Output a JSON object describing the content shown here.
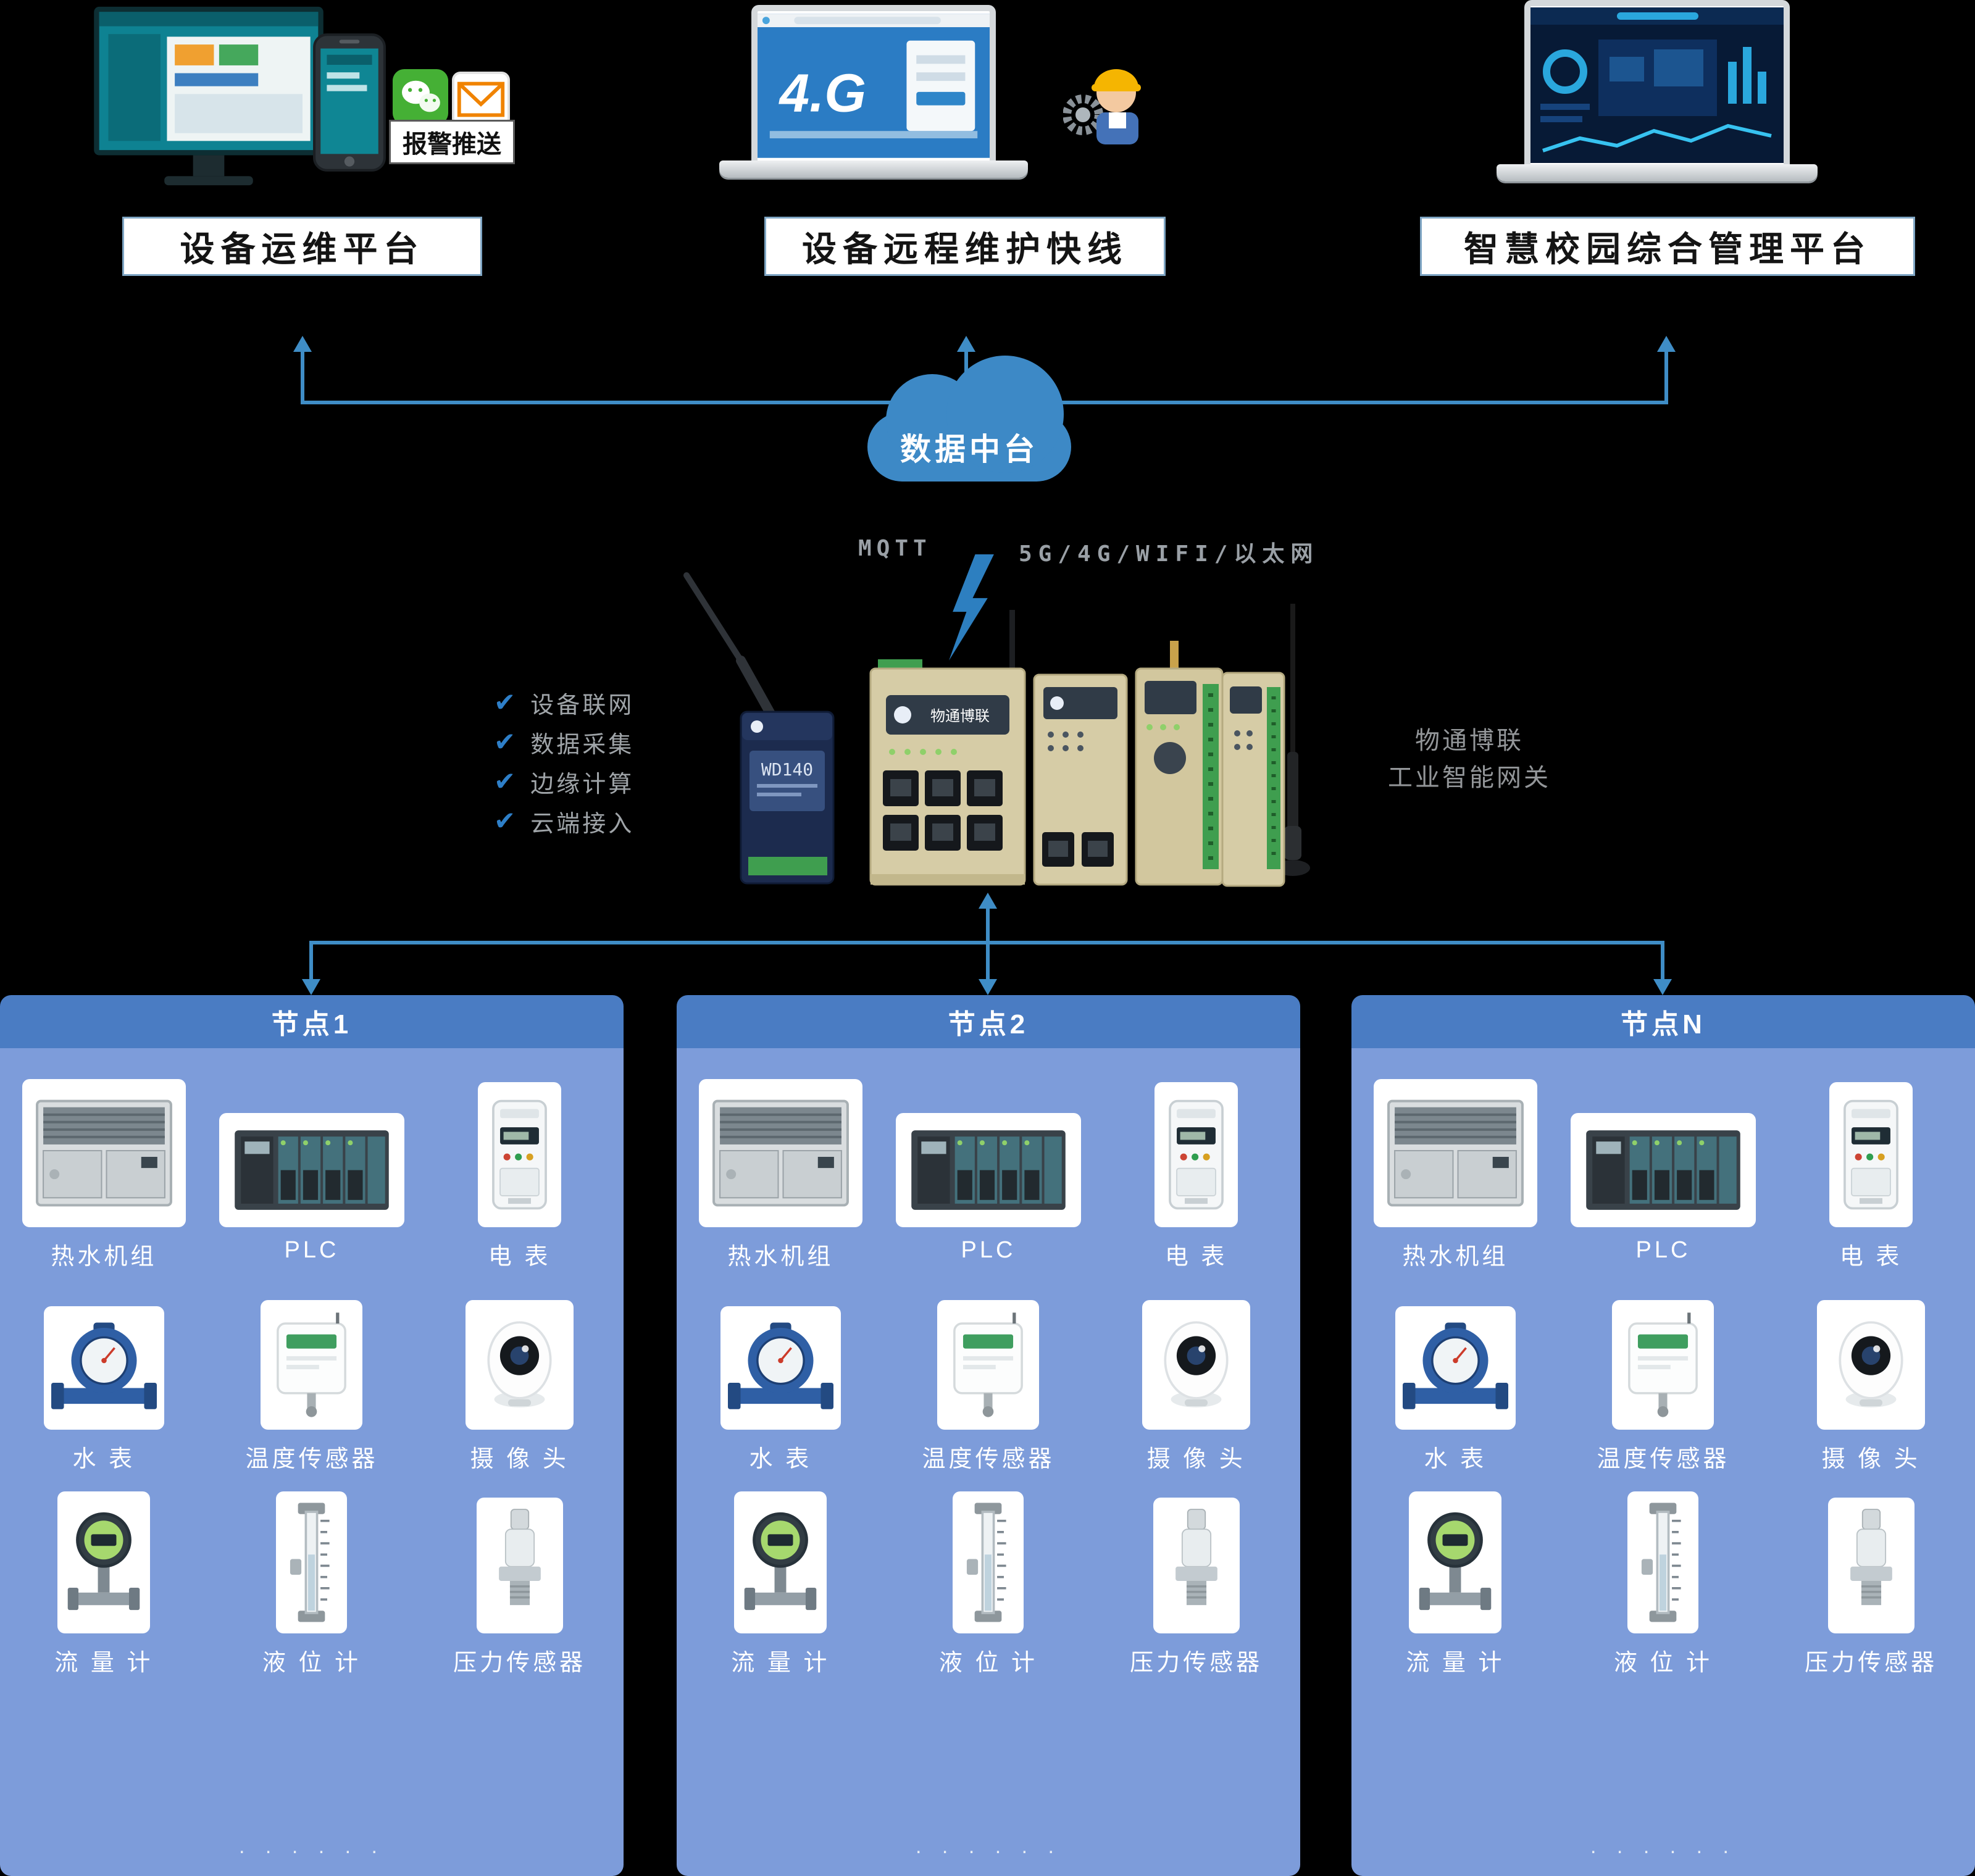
{
  "platforms": [
    {
      "label": "设备运维平台"
    },
    {
      "label": "设备远程维护快线"
    },
    {
      "label": "智慧校园综合管理平台"
    }
  ],
  "alarm_push_label": "报警推送",
  "cloud_label": "数据中台",
  "protocol_left": "MQTT",
  "protocol_right": "5G/4G/WIFI/以太网",
  "laptop_marketing_text": "4.G",
  "gateway": {
    "features": [
      "设备联网",
      "数据采集",
      "边缘计算",
      "云端接入"
    ],
    "check_glyph": "✔",
    "brand": "物通博联",
    "model": "WD140",
    "label_line1": "物通博联",
    "label_line2": "工业智能网关"
  },
  "nodes": [
    {
      "title": "节点1"
    },
    {
      "title": "节点2"
    },
    {
      "title": "节点N"
    }
  ],
  "device_labels": [
    "热水机组",
    "PLC",
    "电 表",
    "水  表",
    "温度传感器",
    "摄 像 头",
    "流 量 计",
    "液 位 计",
    "压力传感器"
  ],
  "ellipsis": ". . . . . .",
  "colors": {
    "arrow": "#3f8dc6",
    "cloud": "#3d89c6",
    "panel_header": "#4a7cc3",
    "panel_body": "#7d9cda",
    "check": "#2e7fc8",
    "muted_text": "#9aa0a6"
  }
}
